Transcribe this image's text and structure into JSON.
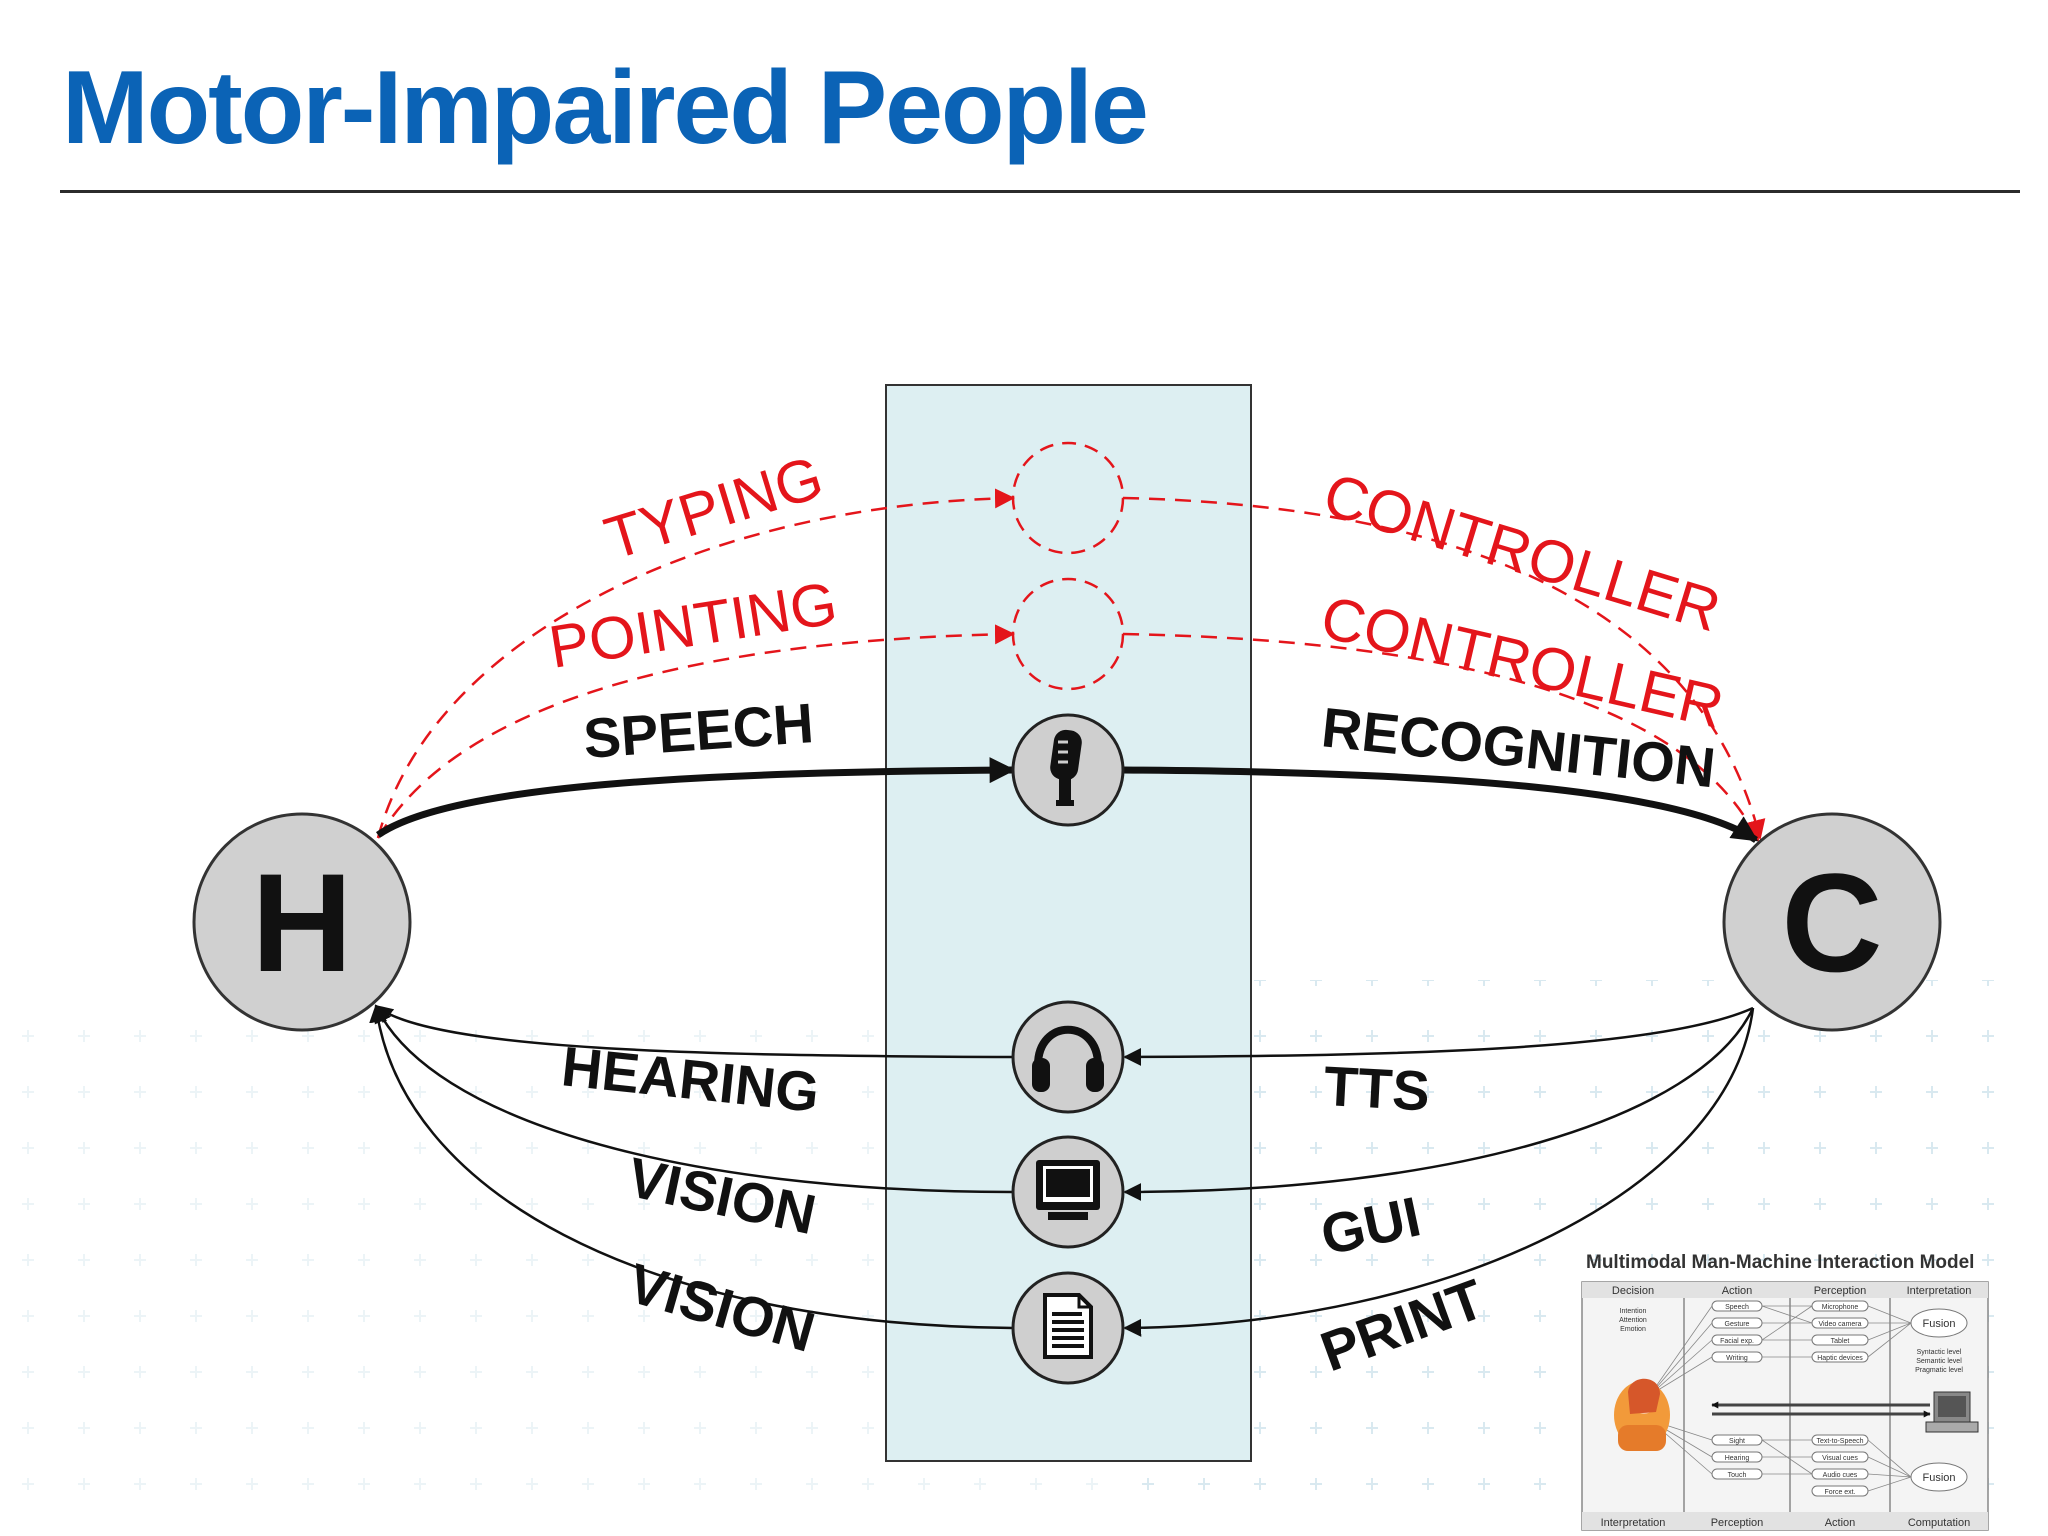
{
  "slide": {
    "title": "Motor-Impaired People",
    "title_color": "#0b63b6"
  },
  "diagram": {
    "human_node": "H",
    "computer_node": "C",
    "channel_fill": "#ddeff2",
    "input_channels": [
      {
        "left_label": "TYPING",
        "right_label": "CONTROLLER",
        "style": "dashed",
        "color": "#e4151b",
        "device_icon": "empty-circle"
      },
      {
        "left_label": "POINTING",
        "right_label": "CONTROLLER",
        "style": "dashed",
        "color": "#e4151b",
        "device_icon": "empty-circle"
      },
      {
        "left_label": "SPEECH",
        "right_label": "RECOGNITION",
        "style": "solid-bold",
        "color": "#111111",
        "device_icon": "microphone-icon"
      }
    ],
    "output_channels": [
      {
        "left_label": "HEARING",
        "right_label": "TTS",
        "device_icon": "headphones-icon"
      },
      {
        "left_label": "VISION",
        "right_label": "GUI",
        "device_icon": "monitor-icon"
      },
      {
        "left_label": "VISION",
        "right_label": "PRINT",
        "device_icon": "document-icon"
      }
    ]
  },
  "thumbnail": {
    "title": "Multimodal Man-Machine Interaction Model",
    "top_headers": [
      "Decision",
      "Action",
      "Perception",
      "Interpretation"
    ],
    "bottom_headers": [
      "Interpretation",
      "Perception",
      "Action",
      "Computation"
    ],
    "decision_items": [
      "Intention",
      "Attention",
      "Emotion"
    ],
    "human_actions": [
      "Speech",
      "Gesture",
      "Facial exp.",
      "Writing"
    ],
    "machine_perception": [
      "Microphone",
      "Video camera",
      "Tablet",
      "Haptic devices"
    ],
    "fusion_top": "Fusion",
    "fusion_levels": [
      "Syntactic level",
      "Semantic level",
      "Pragmatic level"
    ],
    "human_perception": [
      "Sight",
      "Hearing",
      "Touch"
    ],
    "machine_actions": [
      "Text-to-Speech",
      "Visual cues",
      "Audio cues",
      "Force ext."
    ],
    "fusion_bottom": "Fusion"
  }
}
